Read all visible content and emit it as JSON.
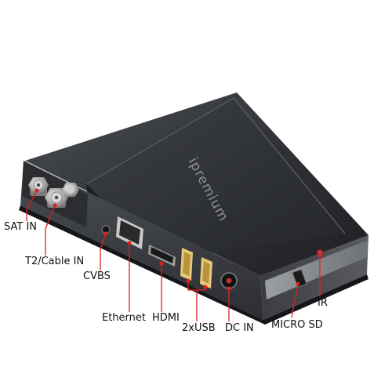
{
  "product": {
    "brand_text": "ipremium"
  },
  "labels": {
    "sat_in": "SAT IN",
    "t2_cable_in": "T2/Cable IN",
    "cvbs": "CVBS",
    "ethernet": "Ethernet",
    "hdmi": "HDMI",
    "usb": "2xUSB",
    "dc_in": "DC IN",
    "micro_sd": "MICRO SD",
    "ir": "IR"
  },
  "colors": {
    "callout_line": "#e02020",
    "case_top": "#2f3135",
    "case_front": "#3a3d42",
    "usb_port": "#e8c87a",
    "label_text": "#111111"
  }
}
